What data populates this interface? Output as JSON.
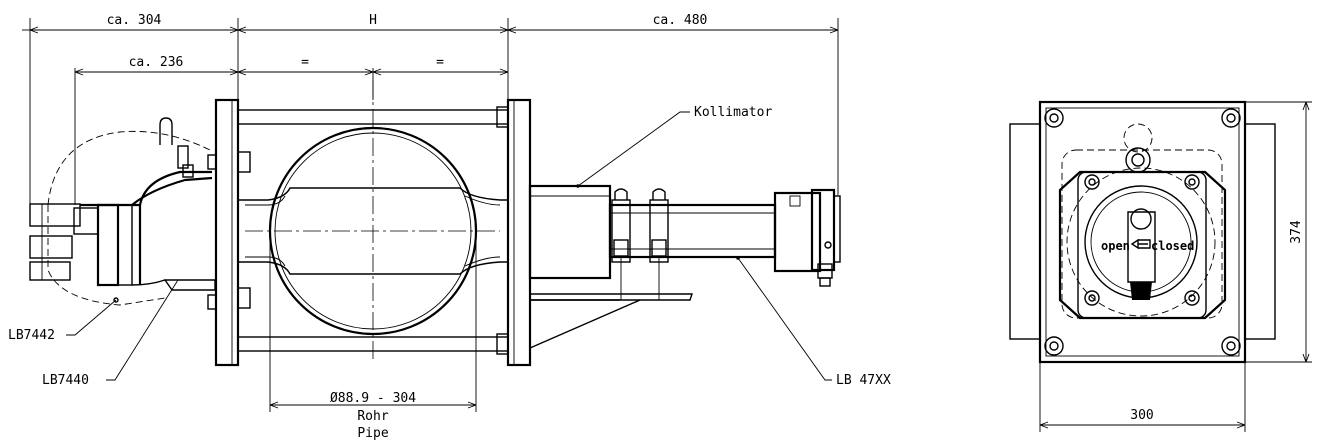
{
  "dimensions": {
    "ca304": "ca. 304",
    "H": "H",
    "ca480": "ca. 480",
    "ca236": "ca. 236",
    "eq_left": "=",
    "eq_right": "=",
    "diameter": "Ø88.9 - 304",
    "rohr": "Rohr",
    "pipe": "Pipe",
    "width300": "300",
    "height374": "374"
  },
  "labels": {
    "kollimator": "Kollimator",
    "lb7442": "LB7442",
    "lb7440": "LB7440",
    "lb47xx": "LB 47XX",
    "open": "open",
    "closed": "closed"
  }
}
